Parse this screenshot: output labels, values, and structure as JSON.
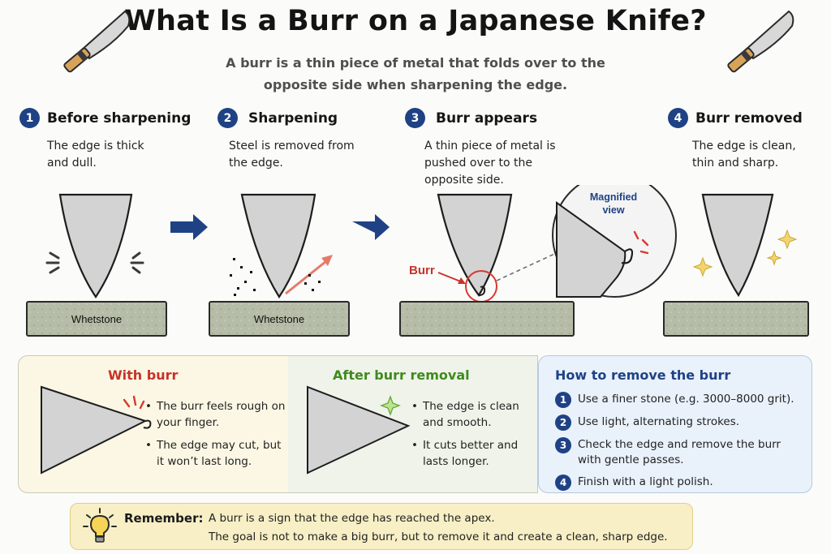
{
  "header": {
    "title": "What Is a Burr on a Japanese Knife?",
    "subtitle": "A burr is a thin piece of metal that folds over to the opposite side when sharpening the edge."
  },
  "steps": [
    {
      "number": "1",
      "title": "Before sharpening",
      "description": "The edge is thick and dull."
    },
    {
      "number": "2",
      "title": "Sharpening",
      "description": "Steel is removed from the edge."
    },
    {
      "number": "3",
      "title": "Burr appears",
      "description": "A thin piece of metal is pushed over to the opposite side."
    },
    {
      "number": "4",
      "title": "Burr removed",
      "description": "The edge is clean, thin and sharp."
    }
  ],
  "illustration": {
    "whetstone_label": "Whetstone",
    "burr_label": "Burr",
    "magnified_label": "Magnified view"
  },
  "with_burr": {
    "title": "With burr",
    "bullets": [
      "The burr feels rough on your finger.",
      "The edge may cut, but it won’t last long."
    ]
  },
  "after_removal": {
    "title": "After burr removal",
    "bullets": [
      "The edge is clean and smooth.",
      "It cuts better and lasts longer."
    ]
  },
  "how_to": {
    "title": "How to remove the burr",
    "items": [
      {
        "number": "1",
        "text": "Use a finer stone (e.g. 3000–8000 grit)."
      },
      {
        "number": "2",
        "text": "Use light, alternating strokes."
      },
      {
        "number": "3",
        "text": "Check the edge and remove the burr with gentle passes."
      },
      {
        "number": "4",
        "text": "Finish with a light polish."
      }
    ]
  },
  "remember": {
    "label": "Remember:",
    "line1": "A burr is a sign that the edge has reached the apex.",
    "line2": "The goal is not to make a big burr, but to remove it and create a clean, sharp edge."
  },
  "colors": {
    "accent_blue": "#1f4285",
    "burr_red": "#c8322a",
    "after_green": "#3f8a1f",
    "blade_gray": "#d3d3d3",
    "stone_green": "#b5bca7",
    "remember_yellow": "#f8efc6"
  }
}
